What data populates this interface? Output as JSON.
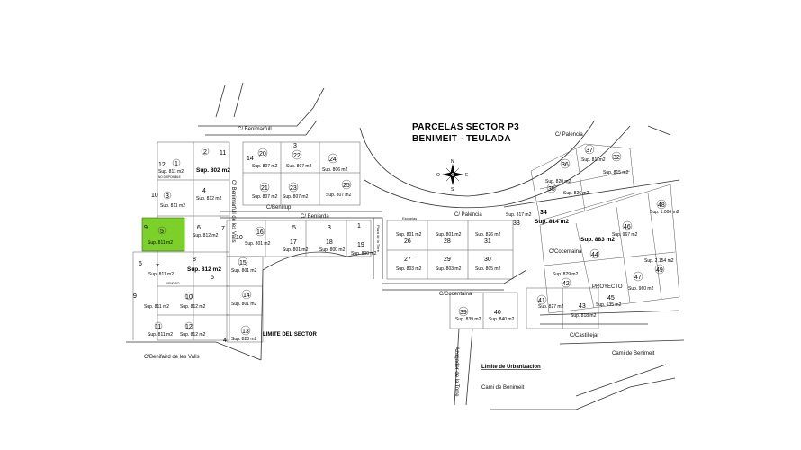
{
  "title": {
    "line1": "PARCELAS SECTOR P3",
    "line2": "BENIMEIT - TEULADA"
  },
  "highlight_color": "#7bd12a",
  "compass": {
    "n": "N",
    "s": "S",
    "e": "E",
    "w": "O"
  },
  "streets": {
    "benimarfull": "C/ Benimarfull",
    "benillup": "C/Benillup",
    "benimarfull_v": "C/ Benimarfull de les Valls",
    "beniarda": "C/ Beniarda",
    "palencia_top": "C/ Palencia",
    "palencia_mid": "C/ Palencia",
    "cocentaina_mid": "C/Cocentaina",
    "cocentaina_low": "C/Cocentaina",
    "castillejar": "C/Castillejar",
    "benifaird": "C/Benifaird de les Valls",
    "camidebenimeit_right": "Cami de Benimeit",
    "camidebenimeit_low": "Cami de Benimeit",
    "azagador": "Azagador de la Torre",
    "escuelas": "Escuelas",
    "plaza": "Plaza de la Torre"
  },
  "notes": {
    "limite_sector": "LIMITE DEL SECTOR",
    "limite_urbanizacion": "Limite de Urbanizacion",
    "proyecto": "PROYECTO"
  },
  "plots": {
    "p12a": {
      "num": "12",
      "sup": "Sup. 811 m2",
      "tag": "NO DISPONIBLE"
    },
    "p1a": {
      "num": "1"
    },
    "p2a": {
      "num": "2",
      "sup": "Sup. 802 m2"
    },
    "p11a": {
      "num": "11"
    },
    "p10a": {
      "num": "10"
    },
    "p3a": {
      "num": "3",
      "sup": "Sup. 811 m2"
    },
    "p4a": {
      "num": "4",
      "sup": "Sup. 812 m2"
    },
    "p5g": {
      "num": "5",
      "sup": "Sup. 811 m2"
    },
    "p9a": {
      "num": "9"
    },
    "p6a": {
      "num": "6",
      "sup": "Sup. 812 m2"
    },
    "p7a": {
      "num": "7"
    },
    "p8a": {
      "num": "8",
      "sup": "Sup. 812 m2"
    },
    "p6b": {
      "num": "6"
    },
    "p7b": {
      "num": "7",
      "sup": "Sup. 811 m2",
      "tag": "VENDIDO"
    },
    "p5b": {
      "num": "5"
    },
    "p9b": {
      "num": "9",
      "sup": "Sup. 811 m2"
    },
    "p10b": {
      "num": "10",
      "sup": "Sup. 812 m2"
    },
    "p11b": {
      "num": "11",
      "sup": "Sup. 811 m2"
    },
    "p12b": {
      "num": "12",
      "sup": "Sup. 812 m2"
    },
    "p14c": {
      "num": "14"
    },
    "p20": {
      "num": "20",
      "sup": "Sup. 807 m2"
    },
    "p3c": {
      "num": "3"
    },
    "p22": {
      "num": "22",
      "sup": "Sup. 807 m2"
    },
    "p24": {
      "num": "24",
      "sup": "Sup. 806 m2"
    },
    "p21": {
      "num": "21",
      "sup": "Sup. 807 m2"
    },
    "p23": {
      "num": "23",
      "sup": "Sup. 807 m2"
    },
    "p25": {
      "num": "25",
      "sup": "Sup. 807 m2"
    },
    "p10d": {
      "num": "10"
    },
    "p16": {
      "num": "16",
      "sup": "Sup. 801 m2"
    },
    "p5d": {
      "num": "5"
    },
    "p17": {
      "num": "17",
      "sup": "Sup. 801 m2"
    },
    "p3d": {
      "num": "3"
    },
    "p18": {
      "num": "18",
      "sup": "Sup. 800 m2"
    },
    "p1d": {
      "num": "1"
    },
    "p19": {
      "num": "19",
      "sup": "Sup. 800 m2"
    },
    "p15": {
      "num": "15",
      "sup": "Sup. 801 m2"
    },
    "p14d": {
      "num": "14",
      "sup": "Sup. 801 m2"
    },
    "p13": {
      "num": "13",
      "sup": "Sup. 828 m2"
    },
    "p4d": {
      "num": "4"
    },
    "p26": {
      "num": "26",
      "sup": "Sup. 801 m2"
    },
    "p28": {
      "num": "28",
      "sup": "Sup. 801 m2"
    },
    "p31": {
      "num": "31",
      "sup": "Sup. 826 m2"
    },
    "p27": {
      "num": "27",
      "sup": "Sup. 803 m2"
    },
    "p29": {
      "num": "29",
      "sup": "Sup. 803 m2"
    },
    "p30": {
      "num": "30",
      "sup": "Sup. 805 m2"
    },
    "p33": {
      "num": "33",
      "sup": "Sup. 817 m2"
    },
    "p34": {
      "num": "34",
      "sup": "Sup. 814 m2"
    },
    "p35": {
      "num": "35",
      "sup": "Sup. 820 m2"
    },
    "p36": {
      "num": "36",
      "sup": "Sup. 826 m2"
    },
    "p37": {
      "num": "37",
      "sup": "Sup. 811m2"
    },
    "p32": {
      "num": "32",
      "sup": "Sup. 815 m2"
    },
    "p44": {
      "num": "44",
      "sup": "Sup. 883 m2"
    },
    "p42": {
      "num": "42",
      "sup": "Sup. 829 m2"
    },
    "p46": {
      "num": "46",
      "sup": "Sup. 967 m2"
    },
    "p48": {
      "num": "48",
      "sup": "Sup. 1.006 m2"
    },
    "p49": {
      "num": "49",
      "sup": "Sup. 2.154 m2"
    },
    "p47": {
      "num": "47",
      "sup": "Sup. 960 m2"
    },
    "p45": {
      "num": "45",
      "sup": "Sup. 635 m2"
    },
    "p43": {
      "num": "43",
      "sup": "Sup. 818 m2"
    },
    "p41": {
      "num": "41",
      "sup": "Sup. 827 m2"
    },
    "p39": {
      "num": "39",
      "sup": "Sup. 839 m2"
    },
    "p40": {
      "num": "40",
      "sup": "Sup. 840 m2"
    }
  }
}
